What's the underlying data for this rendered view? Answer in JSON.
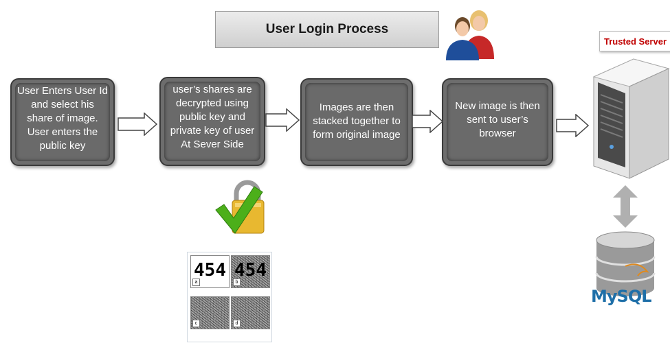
{
  "title": "User Login Process",
  "trusted_server_label": "Trusted Server",
  "steps": [
    {
      "lines": [
        "User Enters User Id",
        "and select his",
        "share of image.",
        "User enters the",
        "public key"
      ]
    },
    {
      "lines": [
        "user’s shares are",
        "decrypted using",
        "public key and",
        "private key of user",
        "At Sever Side"
      ]
    },
    {
      "lines": [
        "Images are then",
        "stacked together to",
        "form original image"
      ]
    },
    {
      "lines": [
        "New image is then",
        "sent to user’s",
        "browser"
      ]
    }
  ],
  "shares_figure": {
    "panels": [
      {
        "letter": "a",
        "text": "454"
      },
      {
        "letter": "b",
        "text": "454"
      },
      {
        "letter": "c",
        "text": ""
      },
      {
        "letter": "d",
        "text": ""
      }
    ]
  },
  "database_logo": "MySQL",
  "icons": [
    "users-icon",
    "lock-check-icon",
    "server-icon",
    "database-icon",
    "arrow-right-icon",
    "double-arrow-vertical-icon"
  ],
  "colors": {
    "step_fill": "#6d6d6d",
    "trusted_text": "#c00000",
    "mysql_blue": "#1e6fa8",
    "mysql_orange": "#e08a1e",
    "check_green": "#4caf1a"
  }
}
